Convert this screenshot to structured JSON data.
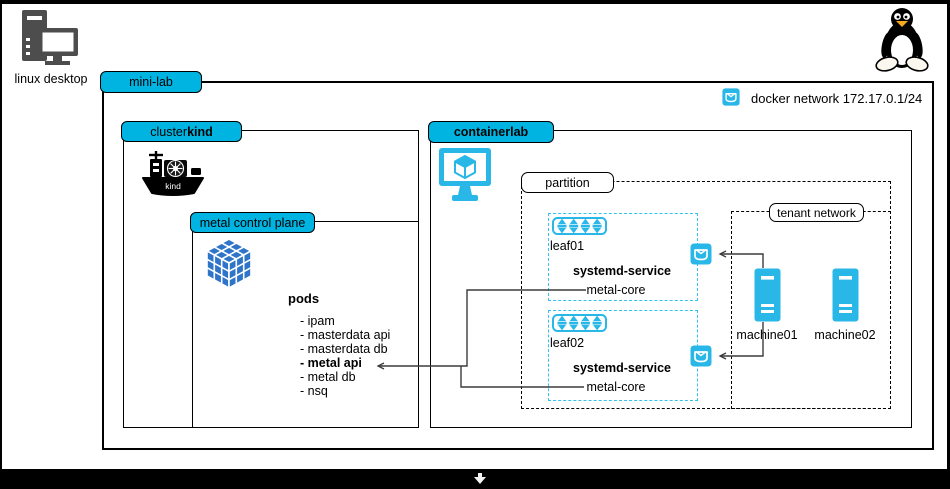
{
  "desktop": {
    "label": "linux desktop"
  },
  "minilab": {
    "label": "mini-lab",
    "docker_network_label": "docker network 172.17.0.1/24"
  },
  "cluster_kind": {
    "label_text": "cluster ",
    "label_bold": "kind",
    "ship_text": "kind"
  },
  "metal_control_plane": {
    "label": "metal control plane",
    "pods_title": "pods",
    "pods": [
      "- ipam",
      "- masterdata api",
      "- masterdata db",
      "- metal api",
      "- metal db",
      "- nsq"
    ]
  },
  "containerlab": {
    "label": "containerlab"
  },
  "partition": {
    "label": "partition"
  },
  "tenant_network": {
    "label": "tenant network"
  },
  "leaf01": {
    "name": "leaf01",
    "service": "systemd-service",
    "service_unit": "metal-core"
  },
  "leaf02": {
    "name": "leaf02",
    "service": "systemd-service",
    "service_unit": "metal-core"
  },
  "machine01": {
    "name": "machine01"
  },
  "machine02": {
    "name": "machine02"
  },
  "icons": {
    "linux-desktop": "tower-pc-with-monitor",
    "tux": "linux-penguin",
    "kind-ship": "container-ship-with-kubernetes-wheel",
    "pods-cube": "blue-rubik-cube",
    "containerlab-monitor": "monitor-with-cube",
    "leaf-switch": "network-switch-4-ports",
    "docker-container": "docker-container-box",
    "machine-server": "server-tower",
    "scroll-indicator": "down-arrow"
  },
  "colors": {
    "cyan_label": "#00b4e2",
    "cyan_icon": "#29b7e8",
    "cyan_dash": "#33c1ee",
    "cube_blue": "#2e74c8",
    "line": "#3c3c3c",
    "gray_icon": "#4d4d4d"
  }
}
